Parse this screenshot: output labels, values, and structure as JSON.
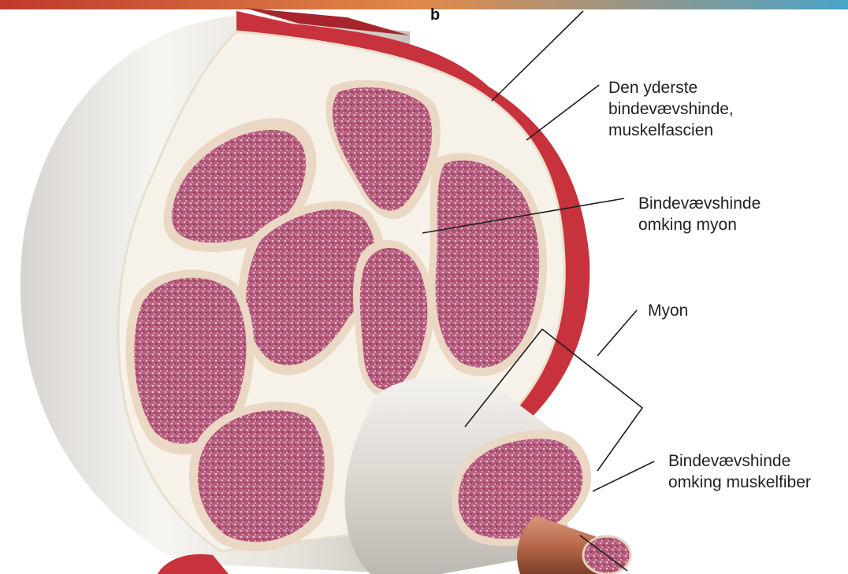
{
  "figure": {
    "panel_letter": "b"
  },
  "labels": {
    "fascia": "Den yderste\nbindevævshinde,\nmuskelfascien",
    "myon_sheath": "Bindevævshinde\nomking myon",
    "myon": "Myon",
    "fiber_sheath": "Bindevævshinde\nomking muskelfiber"
  },
  "colors": {
    "fascia_red": "#c8323c",
    "bundle_pink": "#b85a78",
    "connective_white": "#f6f2ea",
    "fiber_copper": "#b86a4a"
  }
}
